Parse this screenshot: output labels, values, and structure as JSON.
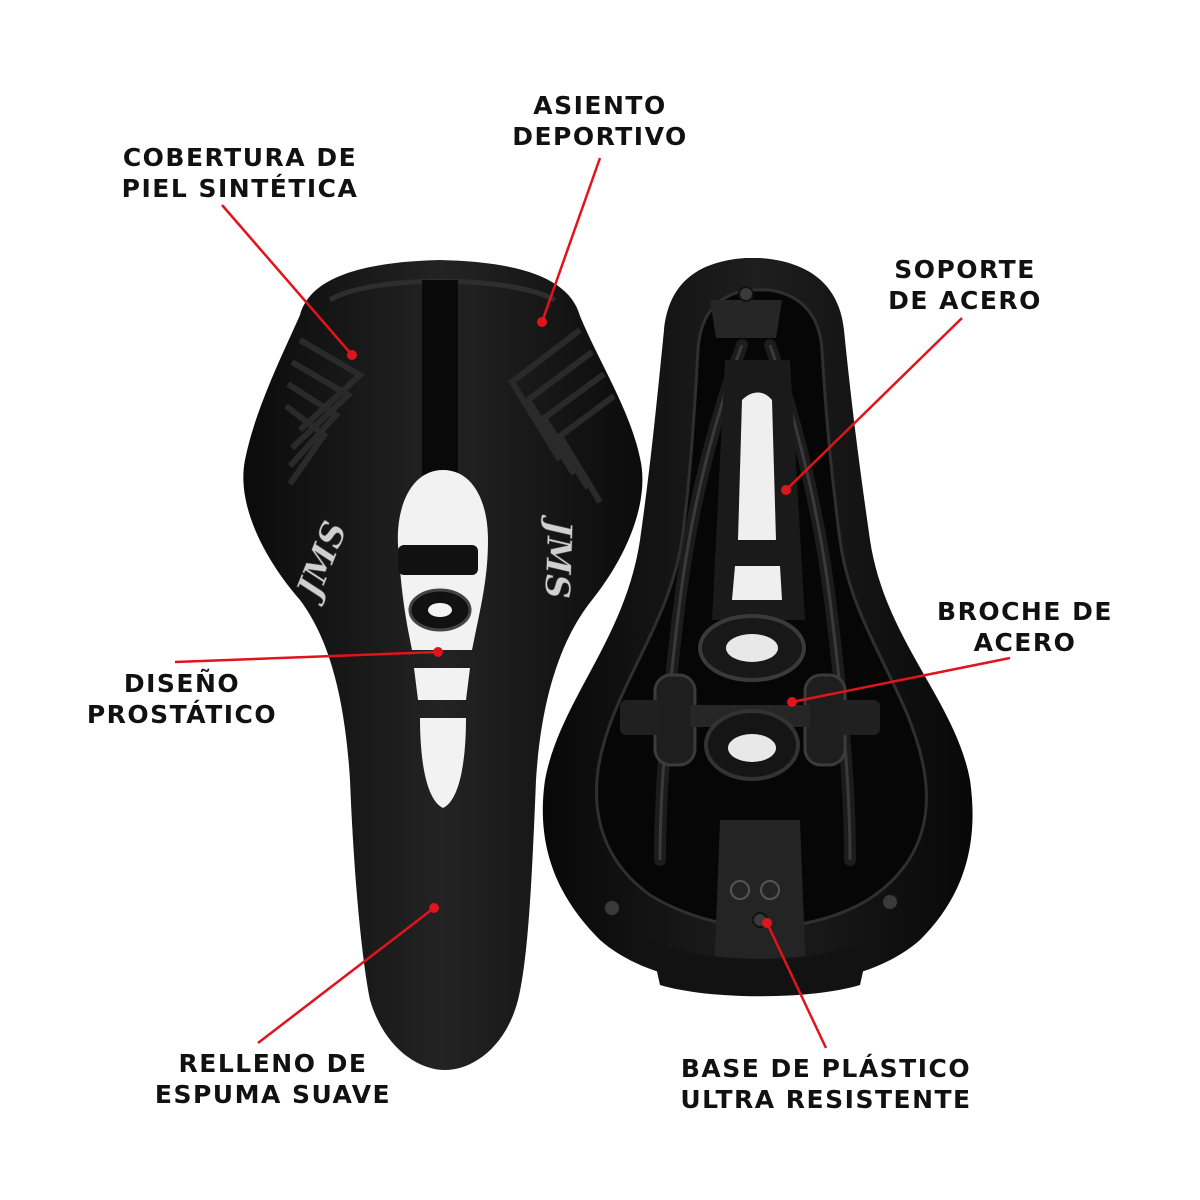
{
  "colors": {
    "callout": "#e0141b",
    "saddle": "#131313",
    "saddle_highlight": "#2c2c2c",
    "background": "#ffffff",
    "text": "#111111"
  },
  "brand_logo_text": "JMS",
  "callouts": [
    {
      "id": "cobertura",
      "lines": [
        "COBERTURA DE",
        "PIEL SINTÉTICA"
      ]
    },
    {
      "id": "asiento",
      "lines": [
        "ASIENTO",
        "DEPORTIVO"
      ]
    },
    {
      "id": "soporte",
      "lines": [
        "SOPORTE",
        "DE ACERO"
      ]
    },
    {
      "id": "broche",
      "lines": [
        "BROCHE DE",
        "ACERO"
      ]
    },
    {
      "id": "diseno",
      "lines": [
        "DISEÑO",
        "PROSTÁTICO"
      ]
    },
    {
      "id": "relleno",
      "lines": [
        "RELLENO DE",
        "ESPUMA SUAVE"
      ]
    },
    {
      "id": "base",
      "lines": [
        "BASE DE PLÁSTICO",
        "ULTRA RESISTENTE"
      ]
    }
  ]
}
